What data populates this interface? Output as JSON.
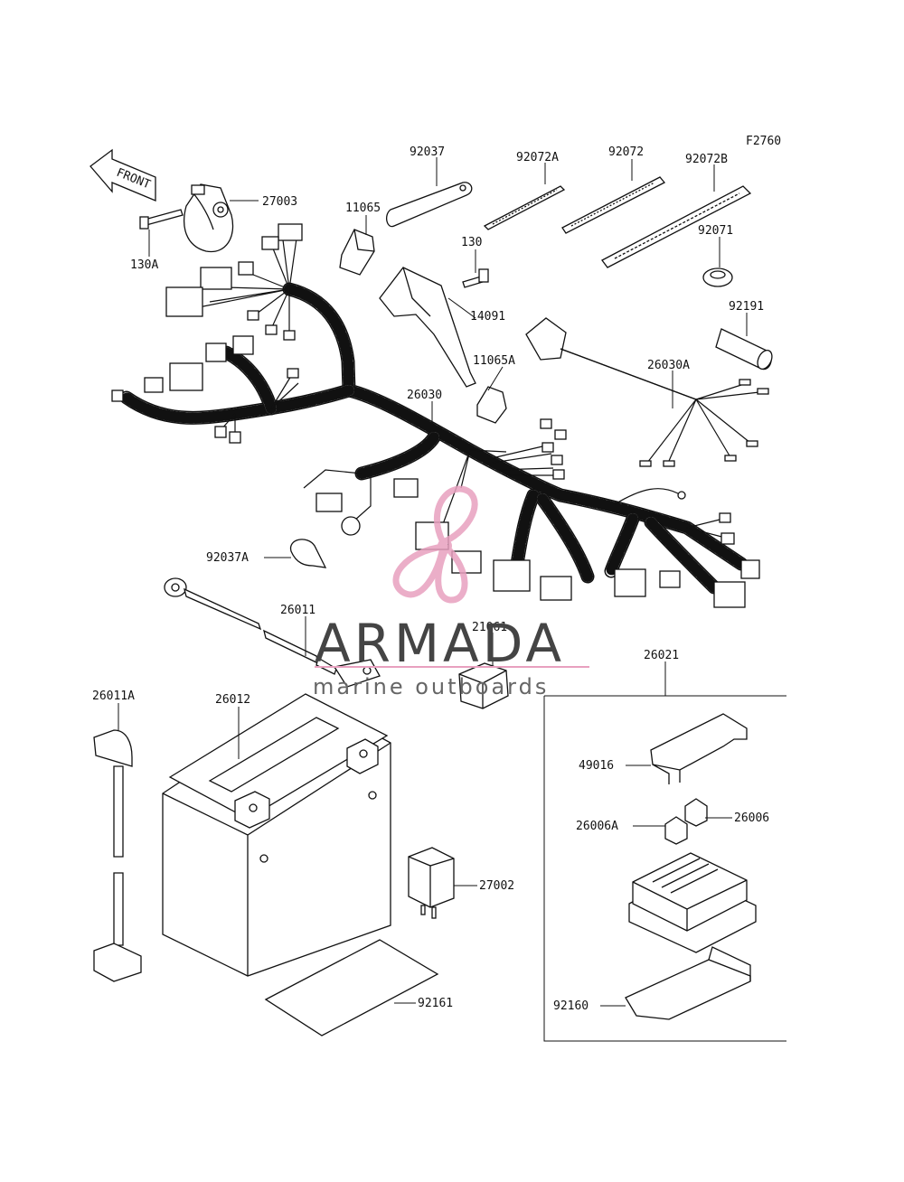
{
  "figure_code": "F2760",
  "front_label": "FRONT",
  "labels": {
    "p92037": "92037",
    "p92072A": "92072A",
    "p92072": "92072",
    "p92072B": "92072B",
    "p27003": "27003",
    "p11065": "11065",
    "p130": "130",
    "p92071": "92071",
    "p130A": "130A",
    "p14091": "14091",
    "p92191": "92191",
    "p11065A": "11065A",
    "p26030A": "26030A",
    "p26030": "26030",
    "p92037A": "92037A",
    "p26011": "26011",
    "p21061": "21061",
    "p26021": "26021",
    "p26011A": "26011A",
    "p26012": "26012",
    "p49016": "49016",
    "p26006": "26006",
    "p26006A": "26006A",
    "p27002": "27002",
    "p92160": "92160",
    "p92161": "92161"
  },
  "watermark": {
    "name": "ARMADA",
    "tagline": "marine outboards",
    "color": "#e8a0bf"
  }
}
